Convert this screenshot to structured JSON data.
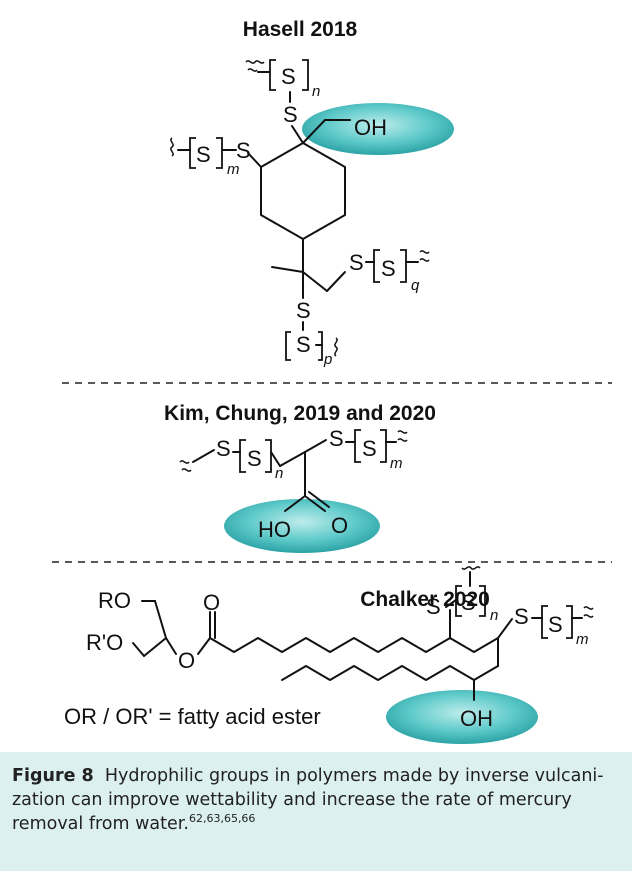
{
  "panels": {
    "hasell": {
      "title": "Hasell 2018",
      "atoms": {
        "s": "S",
        "oh": "OH"
      },
      "subs": {
        "n": "n",
        "m": "m",
        "q": "q",
        "p": "p"
      }
    },
    "kim": {
      "title": "Kim, Chung, 2019 and 2020",
      "atoms": {
        "s": "S",
        "ho": "HO",
        "o": "O"
      },
      "subs": {
        "n": "n",
        "m": "m"
      }
    },
    "chalker": {
      "title": "Chalker 2020",
      "atoms": {
        "ro": "RO",
        "r_o": "R'O",
        "o": "O",
        "s": "S",
        "oh": "OH"
      },
      "subs": {
        "n": "n",
        "m": "m"
      },
      "note": "OR / OR' = fatty acid ester"
    }
  },
  "caption": {
    "label": "Figure 8",
    "text": "Hydrophilic groups in polymers made by inverse vulcani-zation can improve wettability and increase the rate of mercury removal from water.",
    "refs": "62,63,65,66"
  },
  "colors": {
    "highlight": "#4fc4c4",
    "caption_bg": "#dcf0ef"
  }
}
